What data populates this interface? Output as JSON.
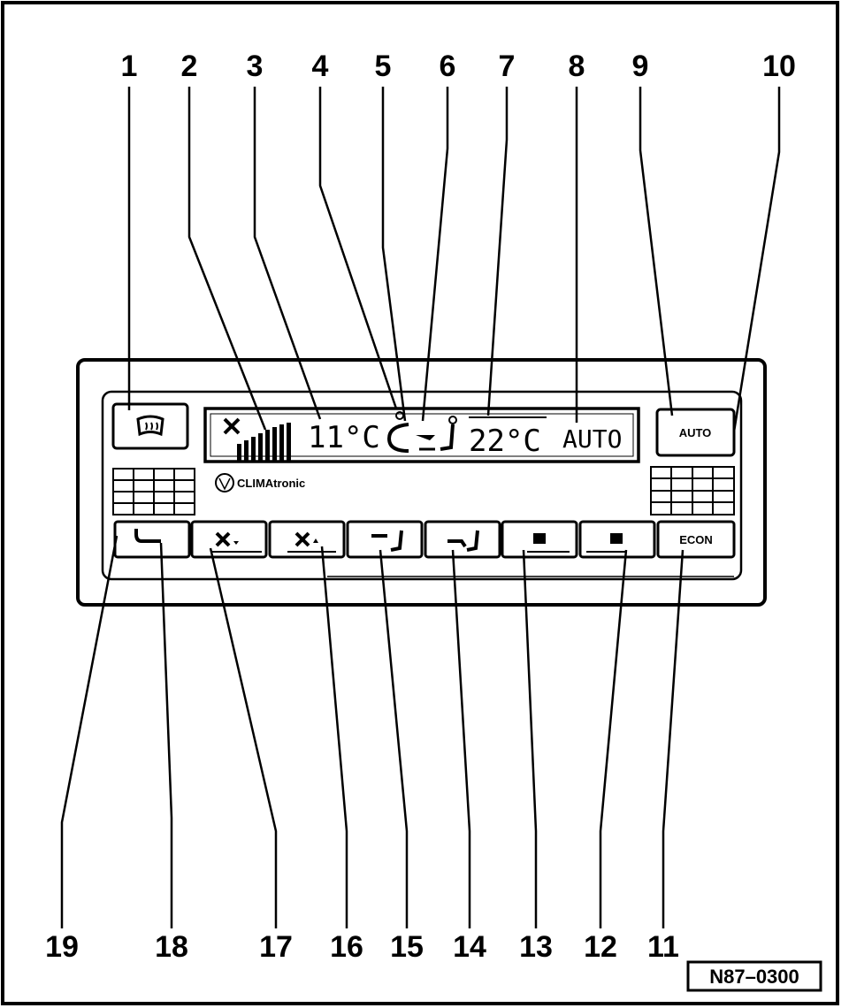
{
  "callouts_top": [
    "1",
    "2",
    "3",
    "4",
    "5",
    "6",
    "7",
    "8",
    "9",
    "10"
  ],
  "callouts_bottom": [
    "19",
    "18",
    "17",
    "16",
    "15",
    "14",
    "13",
    "12",
    "11"
  ],
  "display": {
    "outside_temp": "11°C",
    "set_temp": "22°C",
    "mode": "AUTO"
  },
  "brand": "CLIMAtronic",
  "buttons": {
    "auto": "AUTO",
    "econ": "ECON"
  },
  "figure_code": "N87–0300"
}
